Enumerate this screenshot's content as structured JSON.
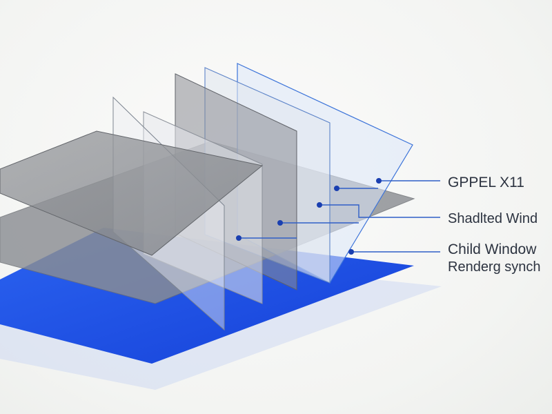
{
  "labels": {
    "l1": "GPPEL X11",
    "l2": "Shadlted Wind",
    "l3": "Child Window",
    "l4": "Renderg synch"
  },
  "colors": {
    "base_blue": "#1e4fe8",
    "shadow_blue": "#c9d6f4",
    "gray_plane": "#8e9196",
    "outline_blue": "#2f6fd6",
    "marker_blue": "#1a3fb0",
    "callout_line": "#2f5fc7"
  }
}
